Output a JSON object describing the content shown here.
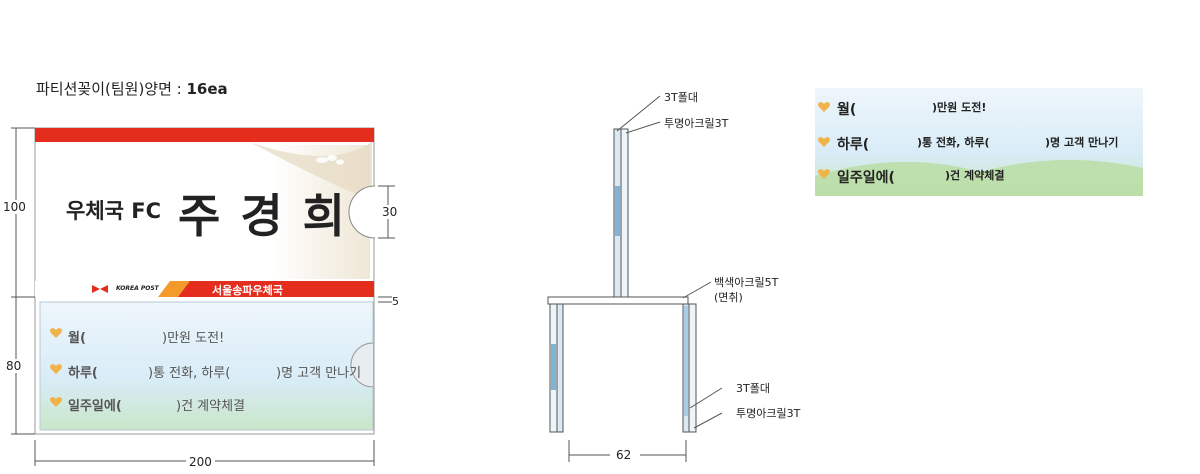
{
  "title": {
    "prefix": "파티션꽂이(팀원)양면 : ",
    "qty": "16ea"
  },
  "front": {
    "org": "우체국 FC",
    "name": "주 경 희",
    "korea_post": "KOREA POST",
    "office": "서울송파우체국"
  },
  "back_panel": {
    "line1_a": "월(",
    "line1_b": ")만원 도전!",
    "line2_a": "하루(",
    "line2_b": ")통 전화, 하루(",
    "line2_c": ")명 고객 만나기",
    "line3_a": "일주일에(",
    "line3_b": ")건 계약체결"
  },
  "dimensions": {
    "height_top": "100",
    "height_bottom": "80",
    "width": "200",
    "notch": "30",
    "gap": "5",
    "base_width": "62"
  },
  "side_labels": {
    "pole_top": "3T폴대",
    "acrylic_top": "투명아크릴3T",
    "white_acrylic": "백색아크릴5T",
    "chamfer": "(면취)",
    "pole_bottom": "3T폴대",
    "acrylic_bottom": "투명아크릴3T"
  },
  "colors": {
    "post_red": "#e52d1e",
    "line_gray": "#666666",
    "panel_blue": "#cfe5f3",
    "acrylic_blue": "#9fc8e3"
  }
}
